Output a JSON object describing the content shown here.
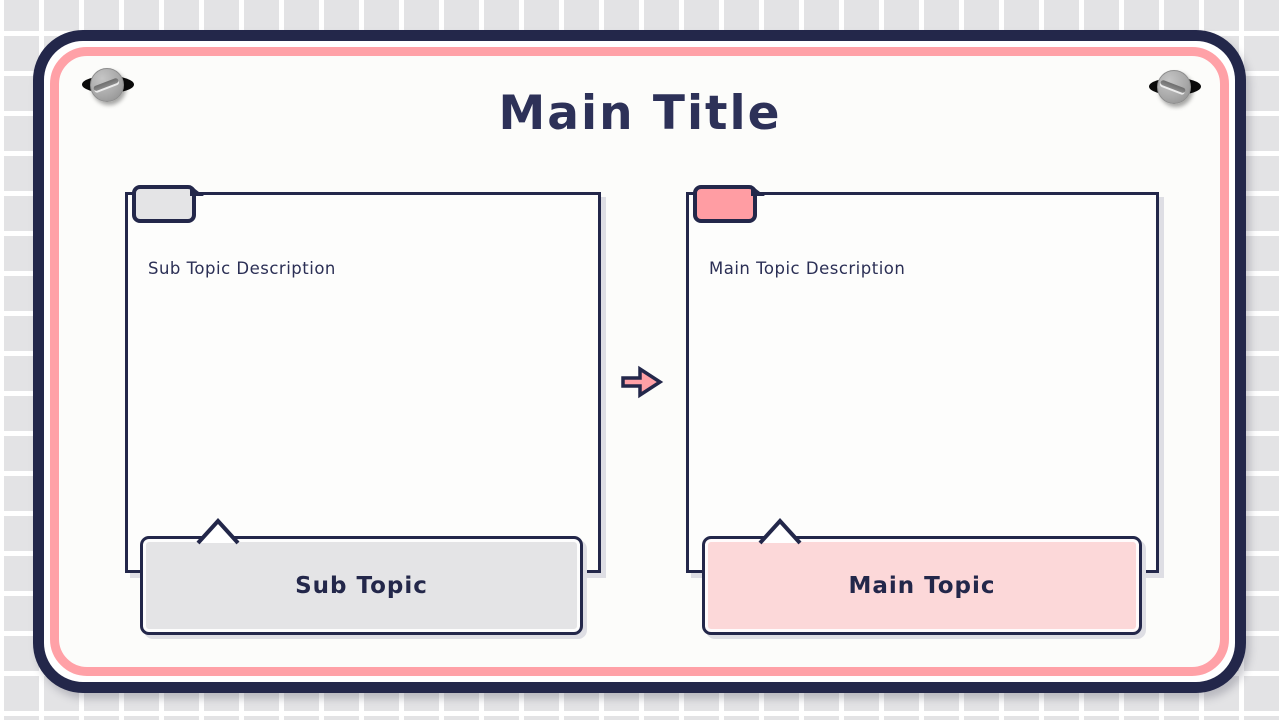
{
  "slide": {
    "title": "Main Title"
  },
  "panels": {
    "sub": {
      "description": "Sub Topic Description",
      "label": "Sub Topic"
    },
    "main": {
      "description": "Main Topic Description",
      "label": "Main Topic"
    }
  },
  "arrow": {
    "direction": "right"
  },
  "colors": {
    "navy_outline": "#23274a",
    "title_navy": "#2d3158",
    "frame_pink": "#ffa1a7",
    "tab_pink": "#ff9da3",
    "label_pink_fill": "#fcd8d9",
    "tab_gray": "#e4e4e6",
    "label_gray_fill": "#e4e4e6",
    "tile_gray": "#e3e3e5",
    "board_bg": "#fcfcfa",
    "panel_bg": "#fdfdfc"
  }
}
